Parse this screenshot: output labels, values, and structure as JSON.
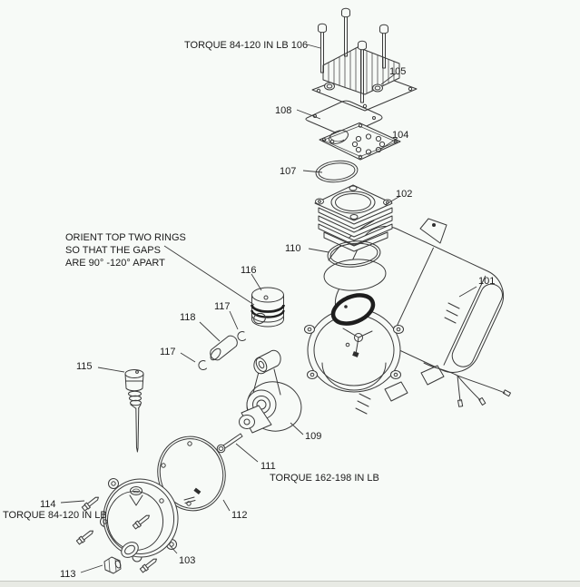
{
  "window": {
    "background": "#f7faf7",
    "scrollbar_track_color": "#e8eae4",
    "ink_color": "#3a3a3a",
    "label_color": "#1b1b1b"
  },
  "callouts": {
    "head_bolts_note": "TORQUE 84-120 IN LB 106",
    "n105": "105",
    "n108": "108",
    "n104": "104",
    "n107": "107",
    "n102": "102",
    "n110": "110",
    "orient_1": "ORIENT TOP TWO RINGS",
    "orient_2": "SO THAT THE GAPS",
    "orient_3": "ARE 90° -120° APART",
    "n116": "116",
    "n117_upper": "117",
    "n118": "118",
    "n101": "101",
    "n117_lower": "117",
    "n115": "115",
    "n109": "109",
    "n111": "111",
    "rod_torque_note": "TORQUE 162-198 IN LB",
    "n112": "112",
    "n114": "114",
    "cover_torque_note": "TORQUE 84-120 IN LB",
    "n113": "113",
    "n103": "103"
  }
}
